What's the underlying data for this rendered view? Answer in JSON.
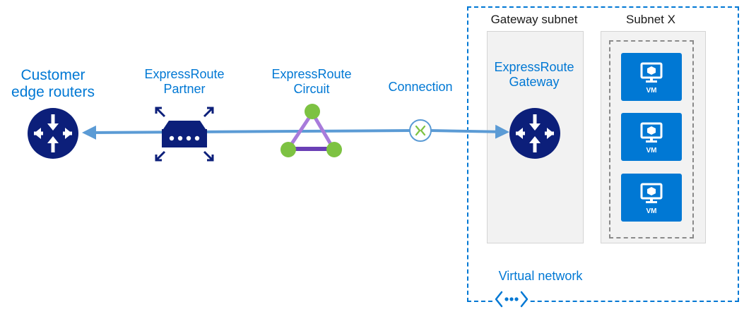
{
  "nodes": {
    "customer_edge": {
      "label": "Customer\nedge routers",
      "icon": "router-icon"
    },
    "partner": {
      "label": "ExpressRoute\nPartner",
      "icon": "partner-device-icon"
    },
    "circuit": {
      "label": "ExpressRoute\nCircuit",
      "icon": "circuit-triangle-icon"
    },
    "connection": {
      "label": "Connection",
      "icon": "connection-icon"
    },
    "gateway": {
      "label": "ExpressRoute\nGateway",
      "icon": "router-icon"
    }
  },
  "gateway_subnet": {
    "title": "Gateway subnet"
  },
  "subnet_x": {
    "title": "Subnet X",
    "vms": [
      {
        "label": "VM"
      },
      {
        "label": "VM"
      },
      {
        "label": "VM"
      }
    ]
  },
  "virtual_network": {
    "label": "Virtual network",
    "icon": "virtual-network-icon"
  },
  "colors": {
    "accent_blue": "#0078d4",
    "navy": "#0c1f7a",
    "line_blue": "#5b9bd5",
    "circuit_green": "#7dc242",
    "circuit_purple": "#a87bdb"
  }
}
